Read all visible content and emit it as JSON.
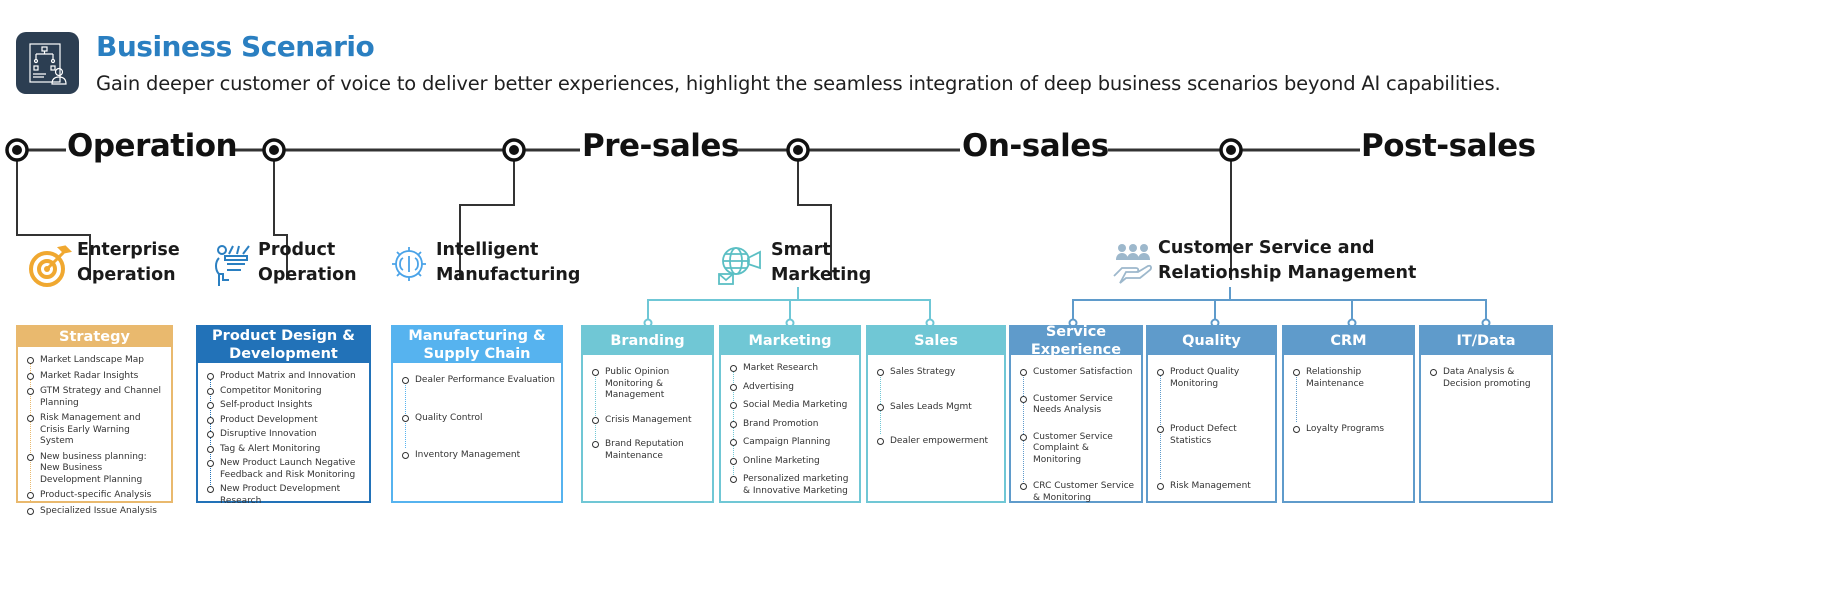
{
  "header": {
    "title": "Business Scenario",
    "subtitle": "Gain deeper customer of voice to deliver better experiences, highlight the seamless integration of deep business scenarios beyond AI capabilities."
  },
  "phases": [
    "Operation",
    "Pre-sales",
    "On-sales",
    "Post-sales"
  ],
  "categories": [
    {
      "line1": "Enterprise",
      "line2": "Operation",
      "icon": "target-icon",
      "color": "#f0a830"
    },
    {
      "line1": "Product",
      "line2": "Operation",
      "icon": "head-ideas-icon",
      "color": "#2a7fc1"
    },
    {
      "line1": "Intelligent",
      "line2": "Manufacturing",
      "icon": "brain-gear-icon",
      "color": "#4aa3e8"
    },
    {
      "line1": "Smart",
      "line2": "Marketing",
      "icon": "globe-megaphone-icon",
      "color": "#5bbfc4"
    },
    {
      "line1": "Customer Service and",
      "line2": "Relationship Management",
      "icon": "people-hand-icon",
      "color": "#9db8cc"
    }
  ],
  "boxes": [
    {
      "title": "Strategy",
      "color": "#e9b96e",
      "items": [
        "Market Landscape Map",
        "Market Radar Insights",
        "GTM Strategy and Channel Planning",
        "Risk Management and Crisis Early Warning System",
        "New business planning: New Business Development Planning",
        "Product-specific Analysis",
        "Specialized Issue Analysis"
      ]
    },
    {
      "title": "Product Design & Development",
      "color": "#2272b8",
      "items": [
        "Product Matrix and Innovation",
        "Competitor Monitoring",
        "Self-product Insights",
        "Product Development",
        "Disruptive Innovation",
        "Tag & Alert Monitoring",
        "New Product Launch Negative Feedback and Risk Monitoring",
        "New Product Development Research"
      ]
    },
    {
      "title": "Manufacturing & Supply Chain",
      "color": "#56b3ef",
      "items": [
        "Dealer Performance Evaluation",
        "Quality Control",
        "Inventory Management"
      ]
    },
    {
      "title": "Branding",
      "color": "#70c7d5",
      "items": [
        "Public Opinion Monitoring & Management",
        "Crisis Management",
        "Brand Reputation Maintenance"
      ]
    },
    {
      "title": "Marketing",
      "color": "#70c7d5",
      "items": [
        "Market Research",
        "Advertising",
        "Social Media Marketing",
        "Brand Promotion",
        "Campaign Planning",
        "Online Marketing",
        "Personalized marketing & Innovative Marketing"
      ]
    },
    {
      "title": "Sales",
      "color": "#70c7d5",
      "items": [
        "Sales Strategy",
        "Sales Leads Mgmt",
        "Dealer empowerment"
      ]
    },
    {
      "title": "Service Experience",
      "color": "#5f9bcb",
      "items": [
        "Customer Satisfaction",
        "Customer Service Needs Analysis",
        "Customer Service Complaint & Monitoring",
        "CRC Customer Service & Monitoring"
      ]
    },
    {
      "title": "Quality",
      "color": "#5f9bcb",
      "items": [
        "Product Quality Monitoring",
        "Product Defect Statistics",
        "Risk Management"
      ]
    },
    {
      "title": "CRM",
      "color": "#5f9bcb",
      "items": [
        "Relationship Maintenance",
        "Loyalty Programs"
      ]
    },
    {
      "title": "IT/Data",
      "color": "#5f9bcb",
      "items": [
        "Data Analysis & Decision promoting"
      ]
    }
  ]
}
